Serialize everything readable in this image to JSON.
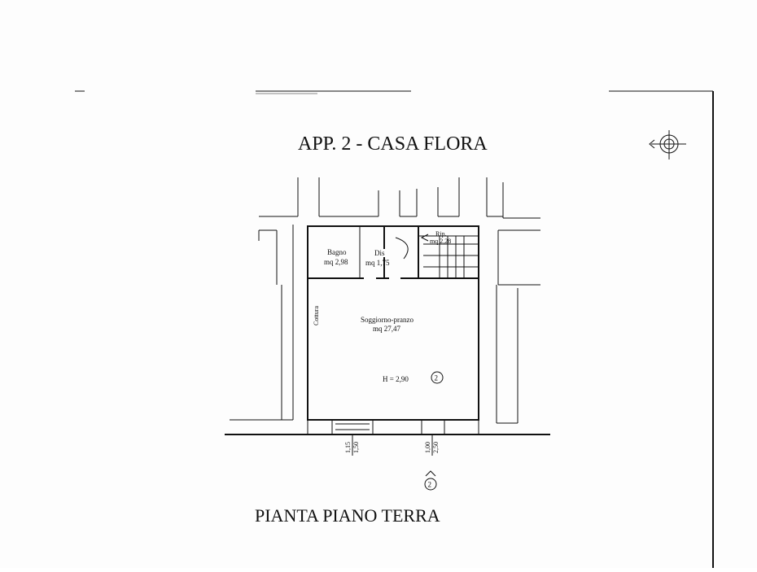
{
  "plan": {
    "title": "APP. 2 - CASA FLORA",
    "subtitle": "PIANTA PIANO TERRA",
    "rooms": {
      "bagno_name": "Bagno",
      "bagno_area": "mq 2,98",
      "dis_name": "Dis",
      "dis_area": "mq 1,75",
      "rip_name": "Rip.",
      "rip_area": "mq 2,28",
      "soggiorno_name": "Soggiorno-pranzo",
      "soggiorno_area": "mq 27,47",
      "height": "H = 2,90"
    },
    "labels": {
      "cottura": "Cottura",
      "unit_marker": "2",
      "section_marker": "2",
      "window_dim_top": "1,15",
      "window_dim_bottom": "1,50",
      "door_dim_top": "1,00",
      "door_dim_bottom": "2,50"
    },
    "icons": {
      "north": "north-arrow-icon",
      "marker": "circled-number-icon",
      "section": "section-marker-icon"
    }
  }
}
